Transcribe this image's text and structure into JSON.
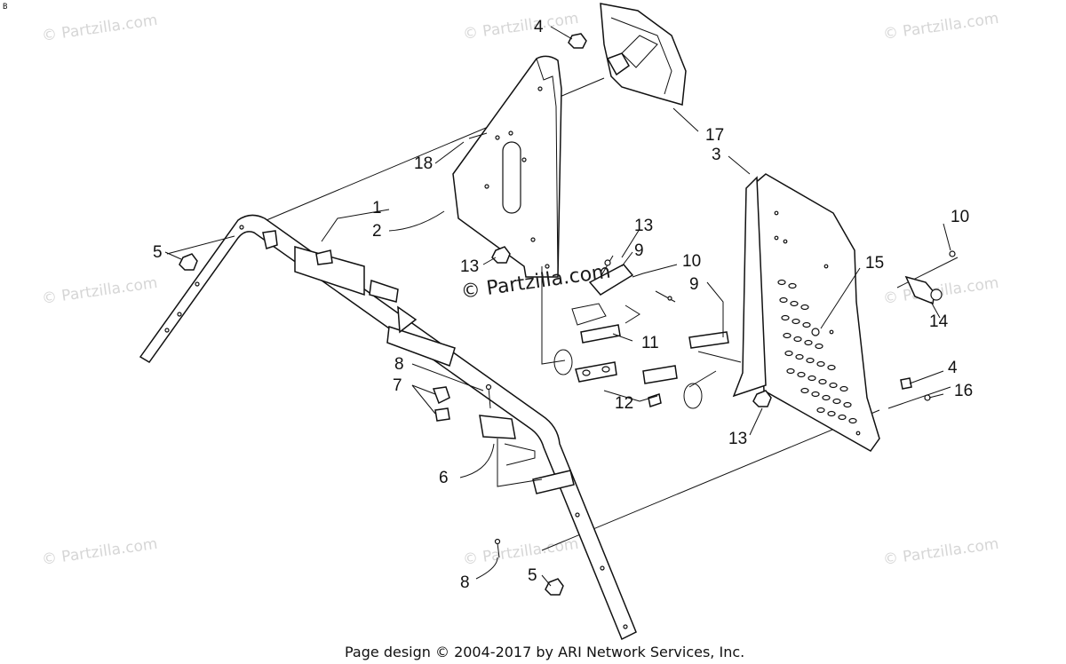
{
  "corner_mark": "B",
  "watermark_text": "© Partzilla.com",
  "center_watermark": "© Partzilla.com",
  "footer": "Page design © 2004-2017 by ARI Network Services, Inc.",
  "callouts": {
    "c1": "1",
    "c2": "2",
    "c3": "3",
    "c4a": "4",
    "c4b": "4",
    "c5a": "5",
    "c5b": "5",
    "c6": "6",
    "c7": "7",
    "c8a": "8",
    "c8b": "8",
    "c9a": "9",
    "c9b": "9",
    "c10a": "10",
    "c10b": "10",
    "c11": "11",
    "c12": "12",
    "c13a": "13",
    "c13b": "13",
    "c13c": "13",
    "c14": "14",
    "c15": "15",
    "c16": "16",
    "c17": "17",
    "c18": "18"
  },
  "colors": {
    "line": "#111111",
    "watermark": "#d6d6d6",
    "background": "#ffffff"
  }
}
